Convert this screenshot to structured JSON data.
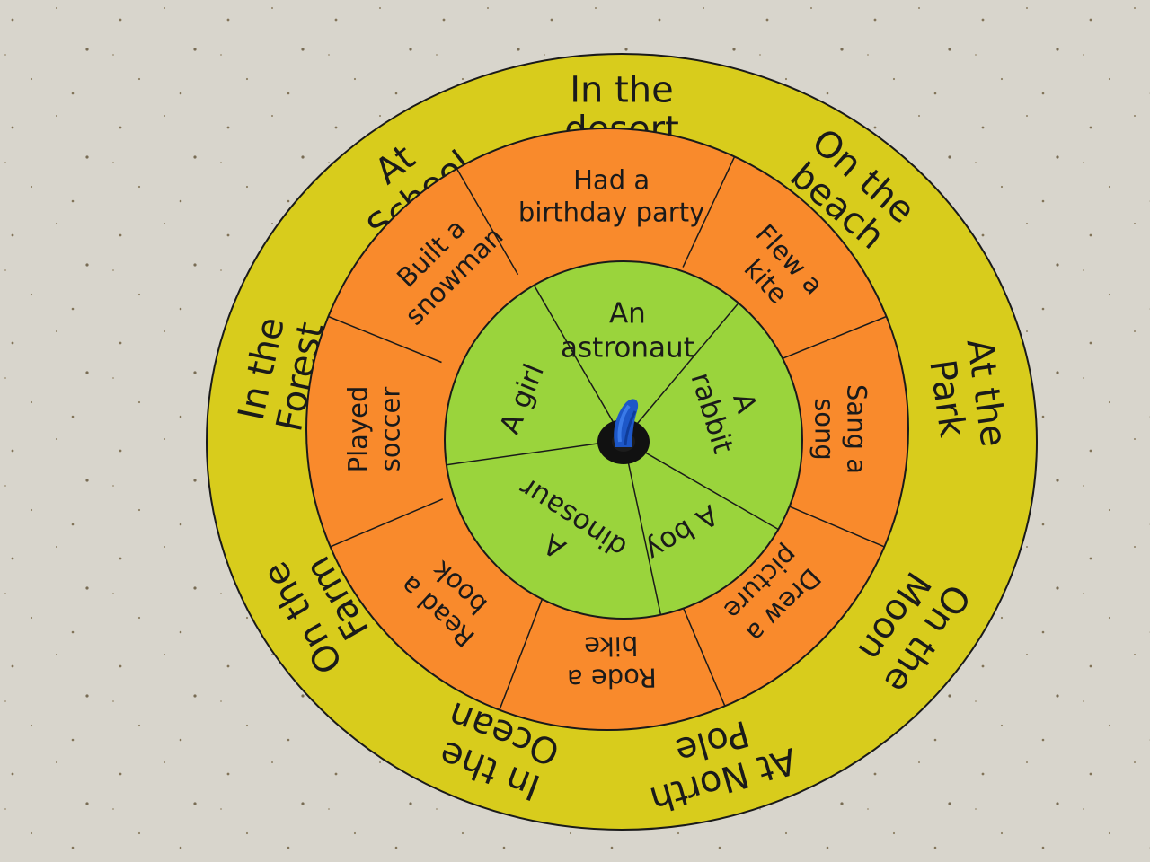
{
  "colors": {
    "paper": "#dedbd3",
    "outer_ring": "#d8cc1c",
    "middle_ring": "#f98a2c",
    "inner_disc": "#9ad43c",
    "spinner": "#1d57c7",
    "pivot": "#111111"
  },
  "outer_ring": {
    "labels": [
      [
        "In the",
        "desert"
      ],
      [
        "On the",
        "beach"
      ],
      [
        "At the",
        "Park"
      ],
      [
        "On the",
        "Moon"
      ],
      [
        "At North",
        "Pole"
      ],
      [
        "In the",
        "Ocean"
      ],
      [
        "On the",
        "Farm"
      ],
      [
        "In the",
        "Forest"
      ],
      [
        "At",
        "School"
      ]
    ]
  },
  "middle_ring": {
    "labels": [
      [
        "Had a",
        "birthday party"
      ],
      [
        "Flew a",
        "kite"
      ],
      [
        "Sang a",
        "song"
      ],
      [
        "Drew a",
        "picture"
      ],
      [
        "Rode a",
        "bike"
      ],
      [
        "Read a",
        "book"
      ],
      [
        "Played",
        "soccer"
      ],
      [
        "Built a",
        "snowman"
      ]
    ]
  },
  "inner_disc": {
    "labels": [
      [
        "An",
        "astronaut"
      ],
      [
        "A",
        "rabbit"
      ],
      [
        "A boy"
      ],
      [
        "A",
        "dinosaur"
      ],
      [
        "A girl"
      ]
    ]
  },
  "center": {
    "pivot_icon": "pipe-cleaner-spinner"
  }
}
